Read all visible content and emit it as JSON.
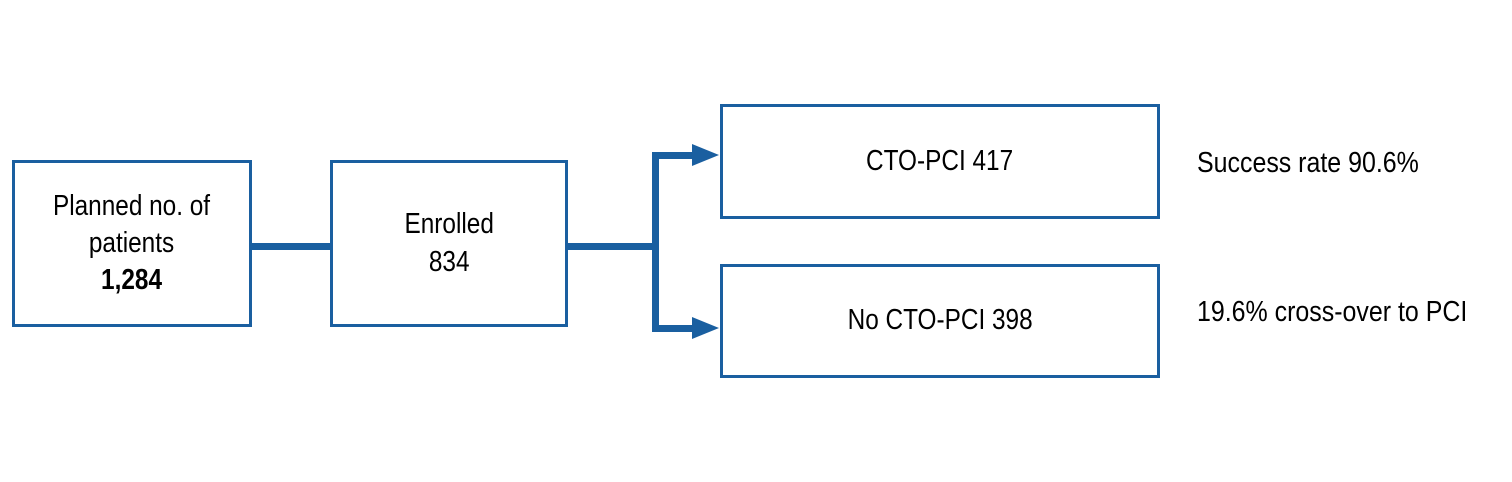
{
  "figure": {
    "type": "flowchart",
    "accent_color": "#1a5fa0",
    "background_color": "#ffffff"
  },
  "nodes": {
    "planned": {
      "line1": "Planned no. of",
      "line2": "patients",
      "line3": "1,284"
    },
    "enrolled": {
      "line1": "Enrolled",
      "line2": "834"
    },
    "cto_pci": {
      "label": "CTO-PCI 417"
    },
    "no_cto_pci": {
      "label": "No CTO-PCI 398"
    }
  },
  "annotations": {
    "success_rate": "Success rate 90.6%",
    "crossover": "19.6% cross-over to PCI"
  },
  "chart_data": {
    "type": "flow",
    "title": "",
    "nodes": [
      {
        "id": "planned",
        "label": "Planned no. of patients",
        "value": 1284
      },
      {
        "id": "enrolled",
        "label": "Enrolled",
        "value": 834
      },
      {
        "id": "cto_pci",
        "label": "CTO-PCI",
        "value": 417
      },
      {
        "id": "no_cto_pci",
        "label": "No CTO-PCI",
        "value": 398
      }
    ],
    "edges": [
      {
        "from": "planned",
        "to": "enrolled",
        "arrow": false
      },
      {
        "from": "enrolled",
        "to": "cto_pci",
        "arrow": true
      },
      {
        "from": "enrolled",
        "to": "no_cto_pci",
        "arrow": true
      }
    ],
    "annotations": [
      {
        "target": "cto_pci",
        "text": "Success rate 90.6%",
        "metric": 90.6,
        "unit": "%"
      },
      {
        "target": "no_cto_pci",
        "text": "19.6% cross-over to PCI",
        "metric": 19.6,
        "unit": "%"
      }
    ]
  }
}
